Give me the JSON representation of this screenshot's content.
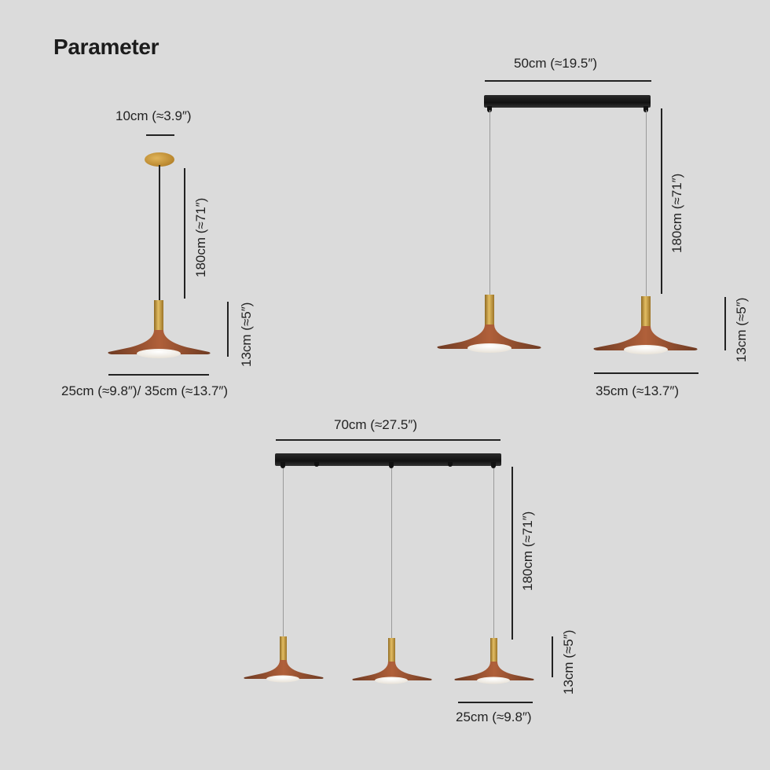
{
  "title": "Parameter",
  "colors": {
    "background": "#dbdbdb",
    "brass": "#c39a3c",
    "shade": "#9a4f2c",
    "bar": "#1a1a1a",
    "dimension_line": "#222222"
  },
  "single_pendant": {
    "canopy_width": "10cm (≈3.9″)",
    "cord_length": "180cm (≈71″)",
    "lamp_height": "13cm (≈5″)",
    "shade_diameter": "25cm (≈9.8″)/ 35cm (≈13.7″)"
  },
  "two_light_bar": {
    "bar_length": "50cm (≈19.5″)",
    "cord_length": "180cm (≈71″)",
    "lamp_height": "13cm (≈5″)",
    "shade_diameter": "35cm (≈13.7″)"
  },
  "three_light_bar": {
    "bar_length": "70cm (≈27.5″)",
    "cord_length": "180cm (≈71″)",
    "lamp_height": "13cm (≈5″)",
    "shade_diameter": "25cm (≈9.8″)"
  }
}
